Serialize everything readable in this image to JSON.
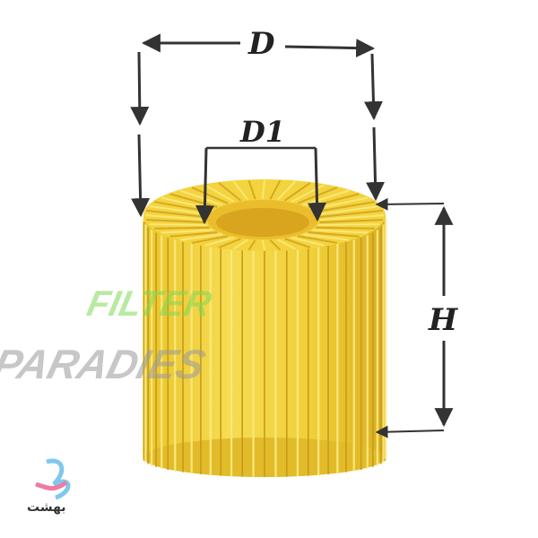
{
  "labels": {
    "outer_diameter": "D",
    "inner_diameter": "D1",
    "height": "H"
  },
  "watermark": {
    "line1": "FILTER",
    "line2": "PARADIES"
  },
  "logo": {
    "text": "بهشت"
  },
  "colors": {
    "filter_yellow": "#f2d23a",
    "filter_dark": "#c99a1a",
    "arrow": "#333333",
    "watermark_green": "#7fd957",
    "watermark_gray": "#9a9a9a",
    "watermark_pink": "#f07aa0",
    "watermark_blue": "#7ec8f0"
  }
}
